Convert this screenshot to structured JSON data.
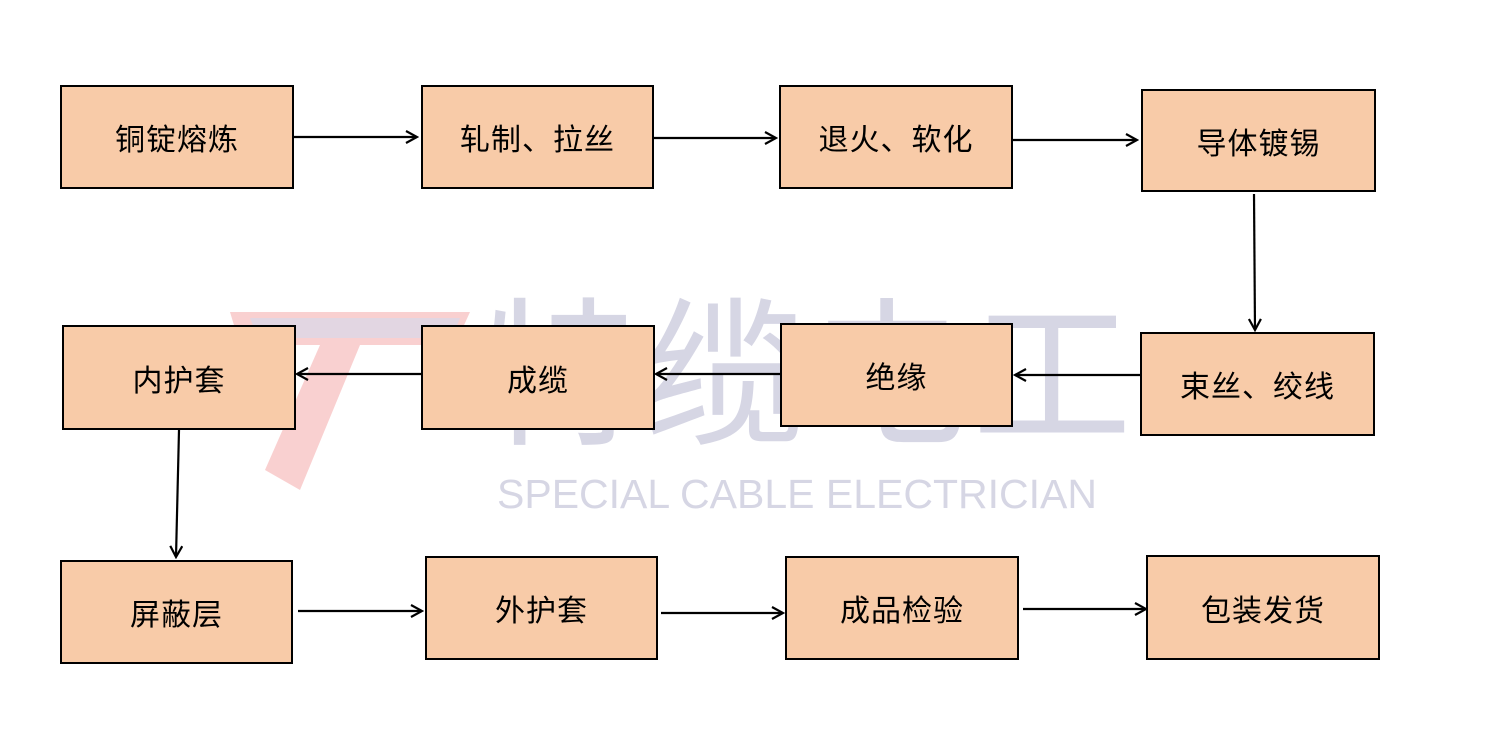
{
  "watermark": {
    "logo_text": "特缆电工",
    "logo_subtext": "SPECIAL CABLE ELECTRICIAN"
  },
  "colors": {
    "box_fill": "#f8cba8",
    "box_border": "#000000",
    "arrow": "#000000",
    "watermark_text": "#c9c9dc",
    "watermark_logo_red": "#f7b8b8"
  },
  "steps": [
    {
      "id": "s1",
      "label": "铜锭熔炼"
    },
    {
      "id": "s2",
      "label": "轧制、拉丝"
    },
    {
      "id": "s3",
      "label": "退火、软化"
    },
    {
      "id": "s4",
      "label": "导体镀锡"
    },
    {
      "id": "s5",
      "label": "束丝、绞线"
    },
    {
      "id": "s6",
      "label": "绝缘"
    },
    {
      "id": "s7",
      "label": "成缆"
    },
    {
      "id": "s8",
      "label": "内护套"
    },
    {
      "id": "s9",
      "label": "屏蔽层"
    },
    {
      "id": "s10",
      "label": "外护套"
    },
    {
      "id": "s11",
      "label": "成品检验"
    },
    {
      "id": "s12",
      "label": "包装发货"
    }
  ]
}
